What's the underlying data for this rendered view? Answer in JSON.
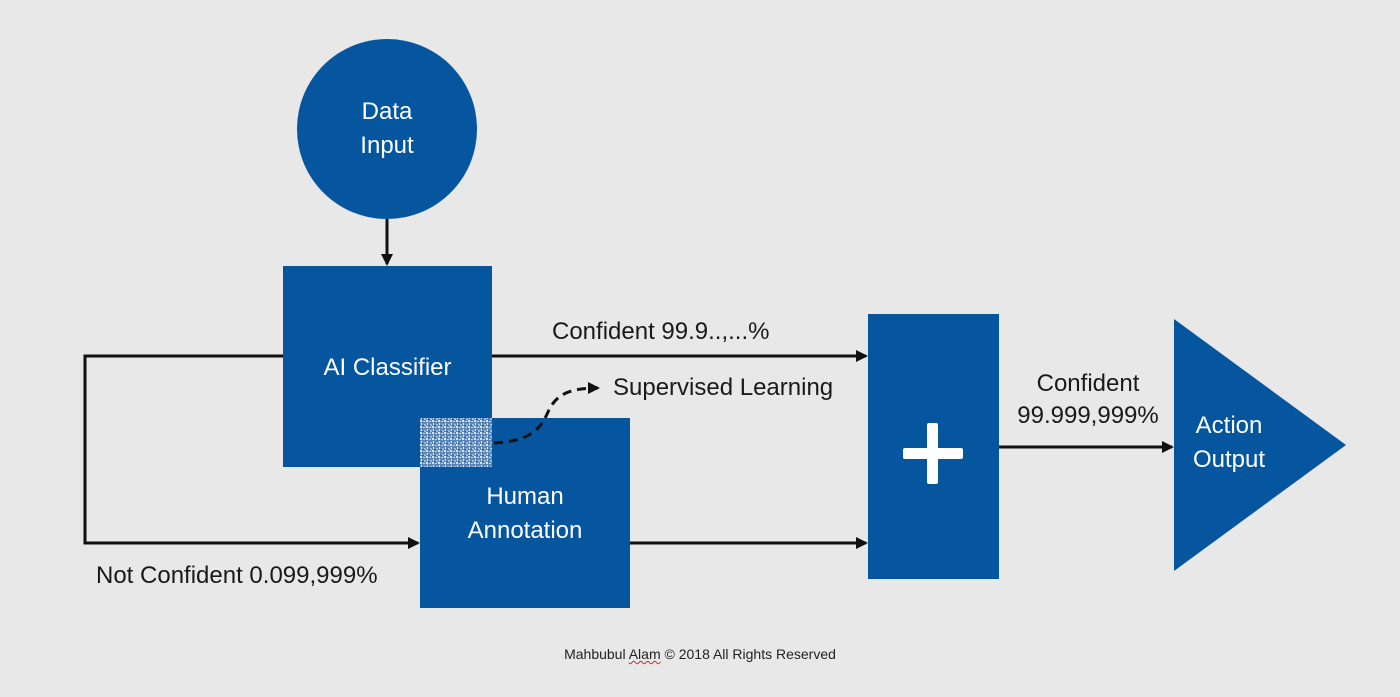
{
  "colors": {
    "background": "#e8e8e8",
    "node_fill": "#05569e",
    "text_on_node": "#ffffff",
    "arrow": "#111111"
  },
  "nodes": {
    "data_input": {
      "line1": "Data",
      "line2": "Input"
    },
    "ai_classifier": {
      "label": "AI Classifier"
    },
    "human_annotation": {
      "line1": "Human",
      "line2": "Annotation"
    },
    "combiner": {
      "symbol": "+"
    },
    "action_output": {
      "line1": "Action",
      "line2": "Output"
    }
  },
  "edges": {
    "confident_high": "Confident 99.9..,...%",
    "supervised_learning": "Supervised Learning",
    "not_confident": "Not Confident 0.099,999%",
    "combined_line1": "Confident",
    "combined_line2": "99.999,999%"
  },
  "footer": {
    "author": "Mahbubul",
    "author_last": "Alam",
    "rights": "© 2018 All Rights Reserved"
  }
}
